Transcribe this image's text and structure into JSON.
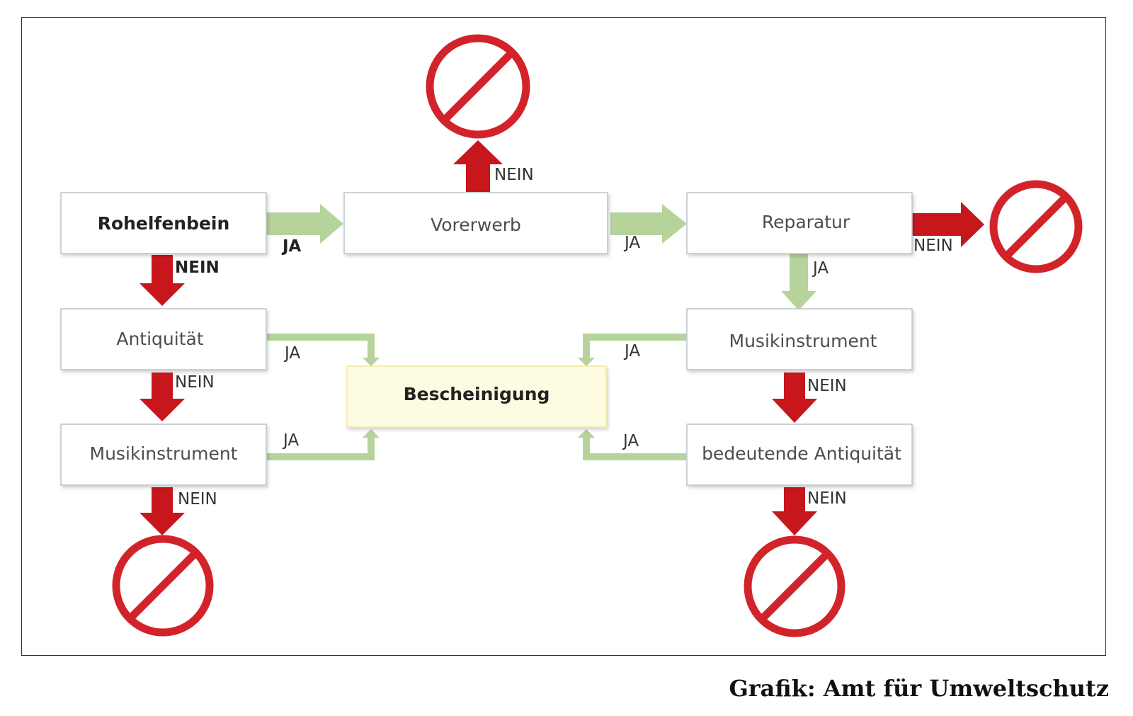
{
  "diagram": {
    "nodes": {
      "rohelfenbein": "Rohelfenbein",
      "vorerwerb": "Vorerwerb",
      "reparatur": "Reparatur",
      "antiquitaet": "Antiquität",
      "musikinstrument_left": "Musikinstrument",
      "bescheinigung": "Bescheinigung",
      "musikinstrument_right": "Musikinstrument",
      "bedeutende_antiquitaet": "bedeutende Antiquität"
    },
    "edges": {
      "rohelfenbein_vorerwerb": "JA",
      "vorerwerb_prohibited": "NEIN",
      "vorerwerb_reparatur": "JA",
      "reparatur_prohibited": "NEIN",
      "rohelfenbein_antiquitaet": "NEIN",
      "reparatur_musikinstrument": "JA",
      "antiquitaet_bescheinigung": "JA",
      "musikinstrument_right_bescheinigung": "JA",
      "antiquitaet_musikinstrument": "NEIN",
      "musikinstrument_right_bedeutende": "NEIN",
      "musikinstrument_left_bescheinigung": "JA",
      "bedeutende_bescheinigung": "JA",
      "musikinstrument_left_prohibited": "NEIN",
      "bedeutende_prohibited": "NEIN"
    },
    "colors": {
      "yes_arrow": "#b5d39a",
      "no_arrow": "#c8161d",
      "prohibited_sign": "#d3232a",
      "box_border": "#bcc3cc",
      "bescheinigung_fill": "#fdfbe1",
      "bescheinigung_border": "#f2ea9c"
    },
    "icons": [
      "prohibited-icon"
    ]
  },
  "credit": "Grafik: Amt für Umweltschutz"
}
